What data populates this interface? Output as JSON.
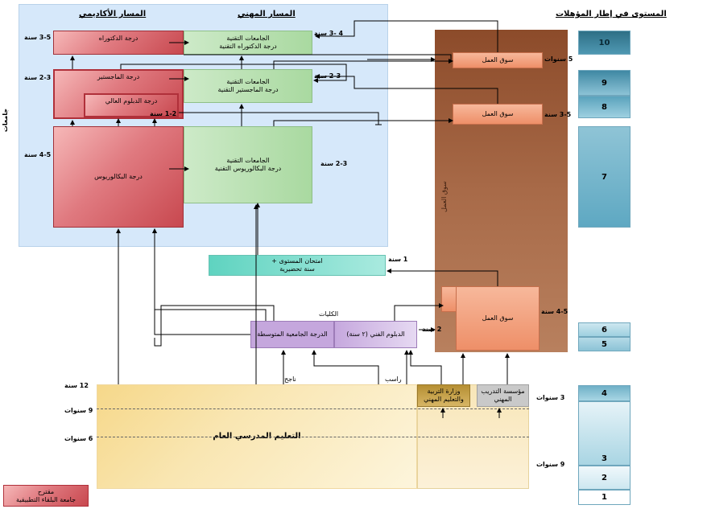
{
  "headers": {
    "academic": "المسار الأكاديمي",
    "vocational": "المسار المهني",
    "nqf": "المستوى في إطار المؤهلات",
    "universities": "جامعات"
  },
  "academic": {
    "doctorate": "درجة الدكتوراه",
    "masters": "درجة الماجستير",
    "higher_diploma": "درجة الدبلوم العالي",
    "bachelor": "درجة البكالوريوس"
  },
  "technical": {
    "doctorate_line1": "الجامعات التقنية",
    "doctorate_line2": "درجة الدكتوراه التقنية",
    "masters_line1": "الجامعات التقنية",
    "masters_line2": "درجة الماجستير التقنية",
    "bachelor_line1": "الجامعات التقنية",
    "bachelor_line2": "درجة البكالوريوس التقنية"
  },
  "durations": {
    "doctorate_left": "3-5 سنة",
    "doctorate_right": "4 -3 سنة",
    "masters_left": "2-3 سنة",
    "masters_right": "2-3 سنة",
    "higher_diploma": "1-2 سنة",
    "bachelor_left": "4-5 سنة",
    "bachelor_right": "2-3 سنة",
    "market_top": "5 سنوات",
    "market_mid": "3-5 سنة",
    "exam": "1 سنة",
    "market_low": "4-5 سنة",
    "diploma": "2 سنة",
    "school_12": "12 سنة",
    "school_9": "9 سنوات",
    "school_6": "6 سنوات",
    "training": "3 سنوات",
    "voc_9": "9 سنوات"
  },
  "labor": {
    "market": "سوق العمل",
    "column": "سوق العمل"
  },
  "exam": {
    "line1": "امتحان المستوى +",
    "line2": "سنة تحضيرية"
  },
  "colleges": {
    "title": "الكليات",
    "intermediate": "الدرجة الجامعية المتوسطة",
    "diploma": "الدبلوم الفني (٢ سنة)"
  },
  "school": {
    "general": "التعليم المدرسي العام",
    "pass": "ناجح",
    "fail": "راسب",
    "ministry": "وزارة التربية والتعليم المهني",
    "training_inst": "مؤسسة التدريب المهني"
  },
  "nqf_levels": [
    "10",
    "9",
    "8",
    "7",
    "6",
    "5",
    "4",
    "3",
    "2",
    "1"
  ],
  "legend": {
    "line1": "مقترح",
    "line2": "جامعة البلقاء التطبيقية"
  }
}
